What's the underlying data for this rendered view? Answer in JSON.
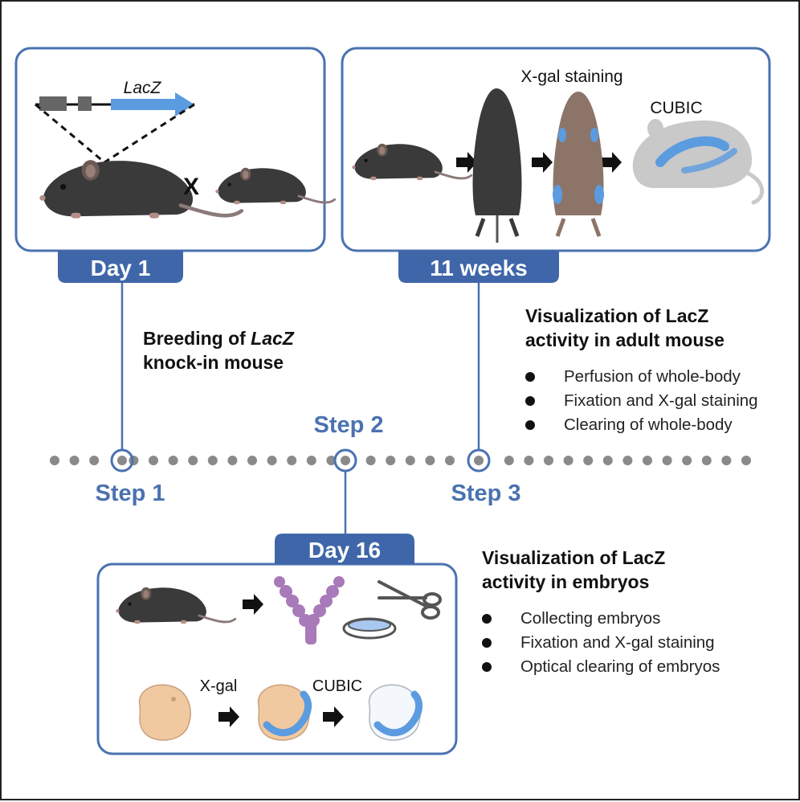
{
  "panels": {
    "day1": {
      "badge": "Day 1",
      "gene_label": "LacZ",
      "cross_symbol": "X"
    },
    "weeks11": {
      "badge": "11 weeks",
      "stain_label": "X-gal staining",
      "clear_label": "CUBIC"
    },
    "day16": {
      "badge": "Day 16",
      "xgal_label": "X-gal",
      "cubic_label": "CUBIC"
    }
  },
  "steps": {
    "step1": {
      "label": "Step 1"
    },
    "step2": {
      "label": "Step 2"
    },
    "step3": {
      "label": "Step 3"
    }
  },
  "step1_text": {
    "line1_prefix": "Breeding of ",
    "line1_em": "LacZ",
    "line2": "knock-in mouse"
  },
  "adult": {
    "heading_line1": "Visualization of LacZ",
    "heading_line2": "activity in adult mouse",
    "items": [
      "Perfusion of whole-body",
      "Fixation and X-gal staining",
      "Clearing of whole-body"
    ]
  },
  "embryo": {
    "heading_line1": "Visualization of LacZ",
    "heading_line2": "activity in embryos",
    "items": [
      "Collecting embryos",
      "Fixation and X-gal staining",
      "Optical clearing of embryos"
    ]
  },
  "colors": {
    "accent_blue": "#4a72b0",
    "badge_blue": "#3f66a8",
    "lacz_blue": "#5b9be0",
    "mouse_dark": "#3a3a3a",
    "timeline_dot": "#8a8a8a",
    "uterus_purple": "#a97ab9",
    "embryo_tan": "#f0c9a0"
  }
}
